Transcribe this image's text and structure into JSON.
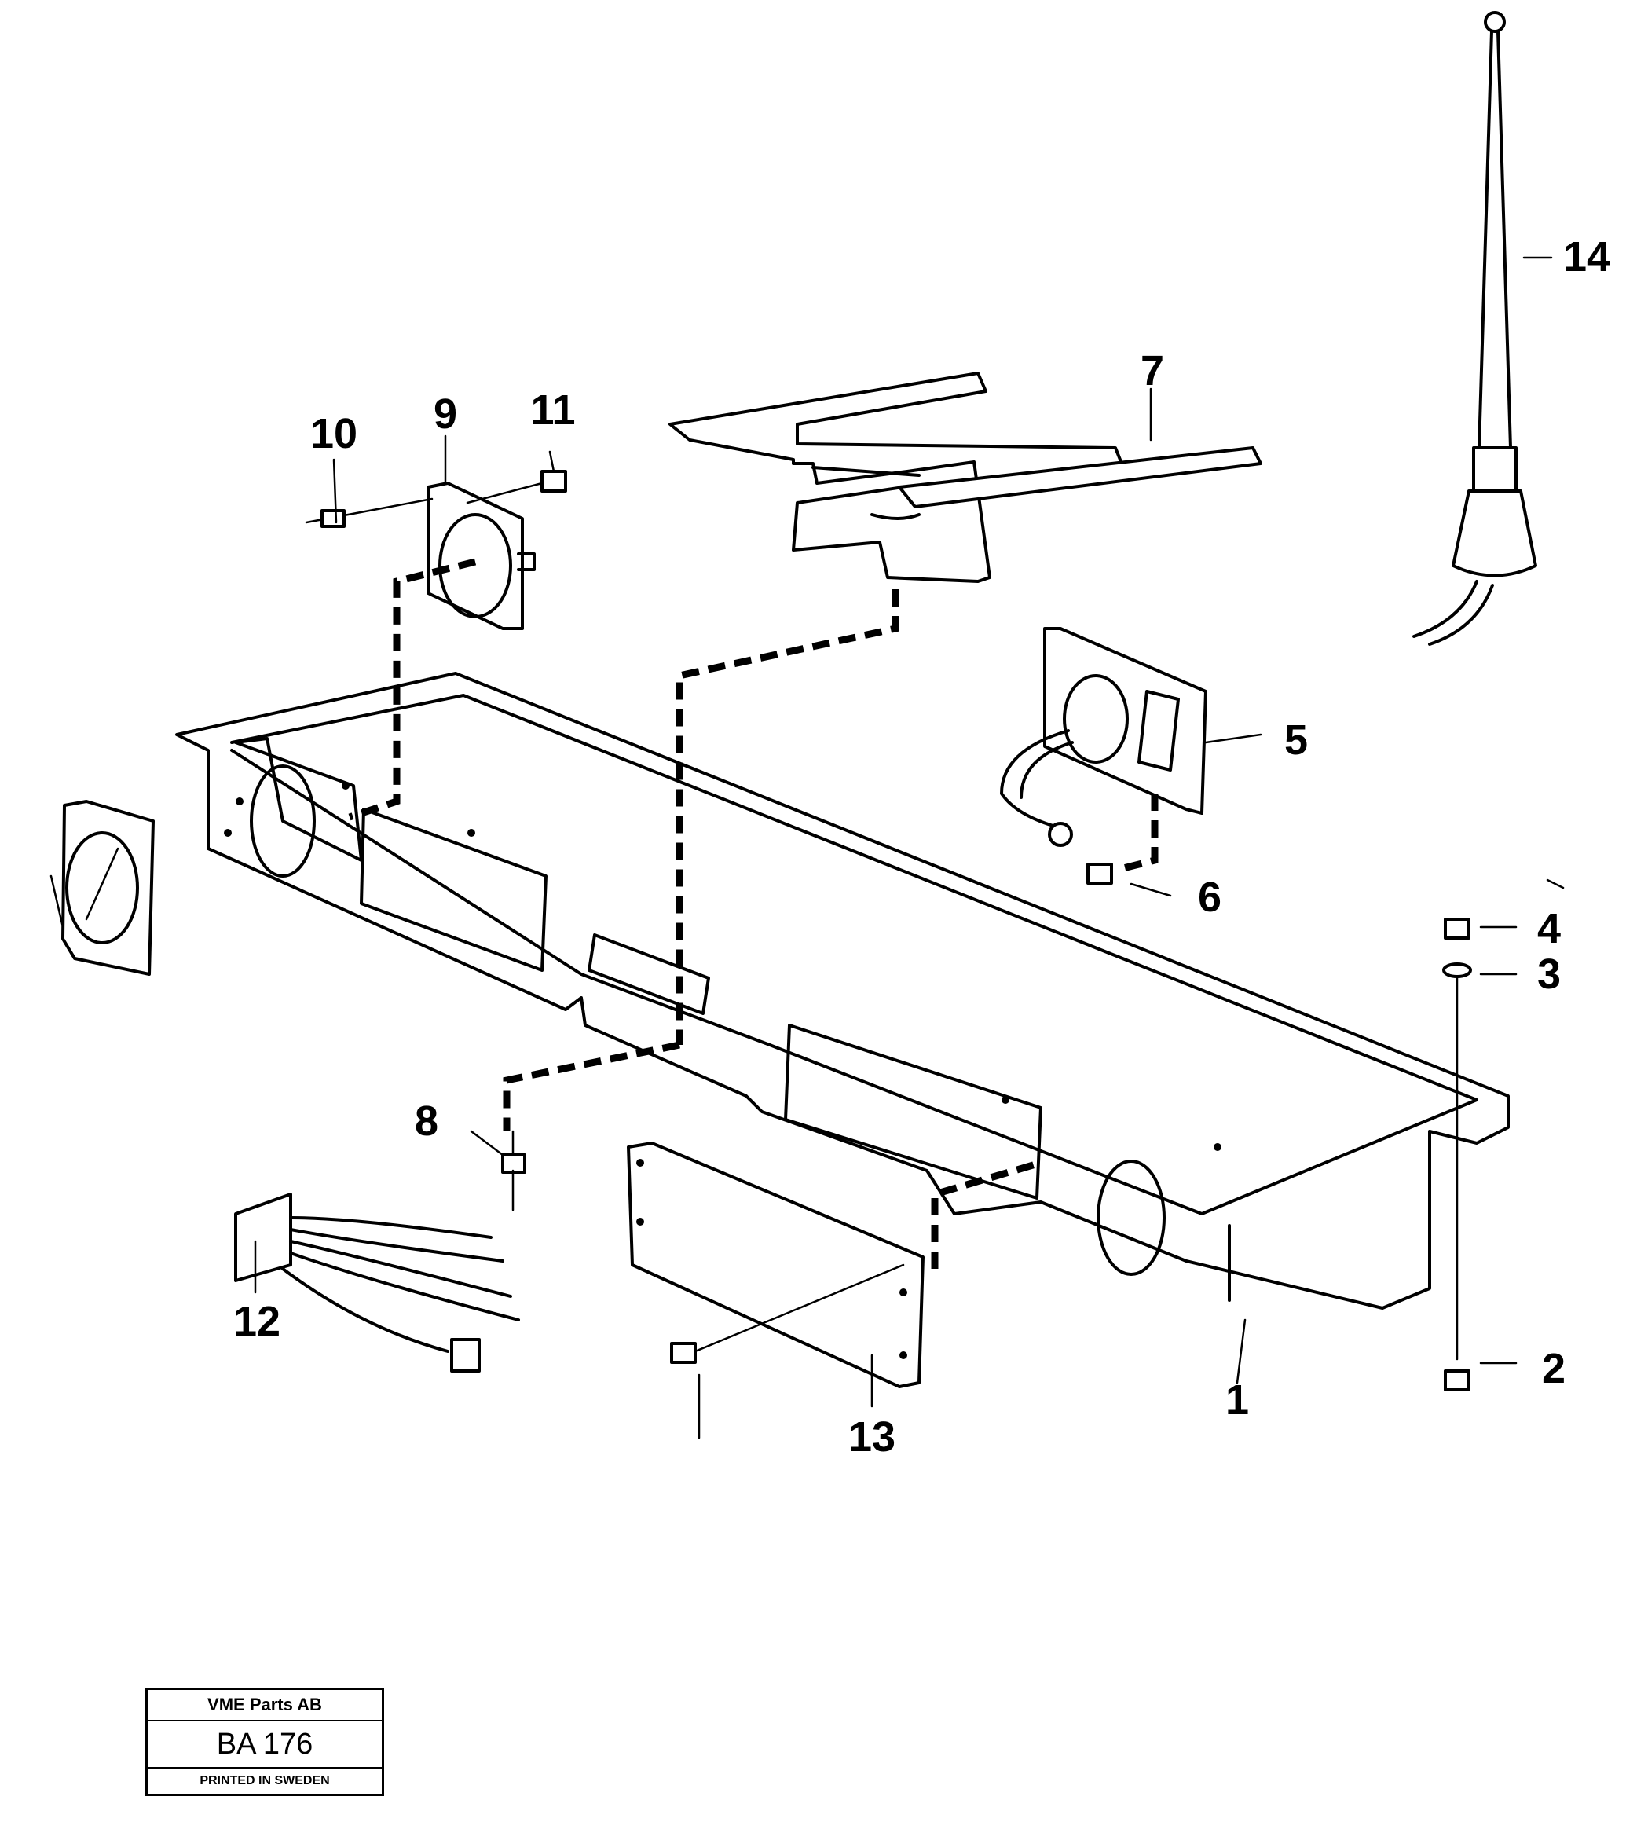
{
  "callouts": [
    {
      "id": "1",
      "text": "1"
    },
    {
      "id": "2",
      "text": "2"
    },
    {
      "id": "3",
      "text": "3"
    },
    {
      "id": "4",
      "text": "4"
    },
    {
      "id": "5",
      "text": "5"
    },
    {
      "id": "6",
      "text": "6"
    },
    {
      "id": "7",
      "text": "7"
    },
    {
      "id": "8",
      "text": "8"
    },
    {
      "id": "9",
      "text": "9"
    },
    {
      "id": "10",
      "text": "10"
    },
    {
      "id": "11",
      "text": "11"
    },
    {
      "id": "12",
      "text": "12"
    },
    {
      "id": "13",
      "text": "13"
    },
    {
      "id": "14",
      "text": "14"
    }
  ],
  "title_block": {
    "company": "VME Parts AB",
    "drawing_number": "BA 176",
    "printed": "PRINTED IN SWEDEN"
  }
}
